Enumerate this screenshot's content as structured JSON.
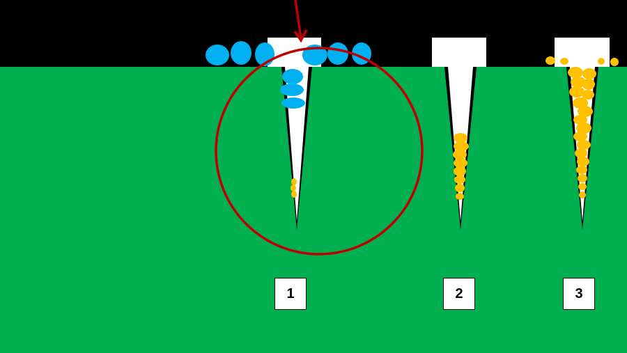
{
  "background": {
    "sky_color": "#000000",
    "ground_color": "#00b050"
  },
  "colors": {
    "blue_particle": "#00b0f0",
    "yellow_particle": "#ffc000",
    "highlight": "#c00000",
    "tip_fill": "#ffffff",
    "tip_outline": "#000000"
  },
  "labels": [
    {
      "text": "1"
    },
    {
      "text": "2"
    },
    {
      "text": "3"
    }
  ],
  "annotation": {
    "arrow_icon": "arrow-down-icon",
    "circle_icon": "highlight-circle"
  }
}
